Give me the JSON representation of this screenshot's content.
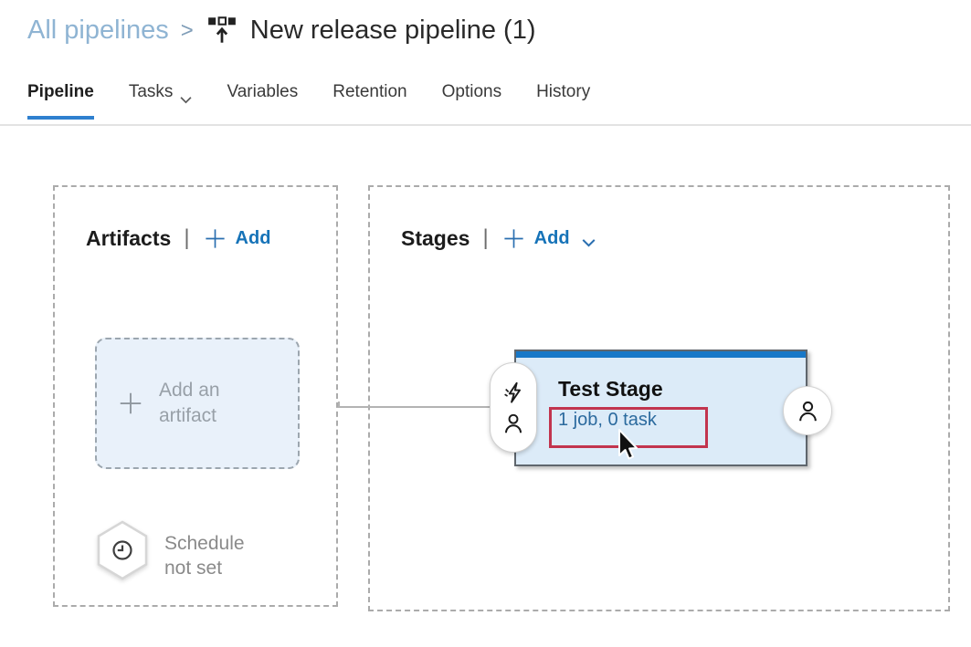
{
  "breadcrumb": {
    "parent": "All pipelines",
    "separator": ">",
    "title": "New release pipeline (1)"
  },
  "tabs": [
    {
      "label": "Pipeline",
      "active": true
    },
    {
      "label": "Tasks",
      "has_dropdown": true
    },
    {
      "label": "Variables"
    },
    {
      "label": "Retention"
    },
    {
      "label": "Options"
    },
    {
      "label": "History"
    }
  ],
  "artifacts": {
    "title": "Artifacts",
    "divider": "|",
    "add_label": "Add",
    "placeholder_label": "Add an artifact",
    "schedule_line1": "Schedule",
    "schedule_line2": "not set"
  },
  "stages": {
    "title": "Stages",
    "divider": "|",
    "add_label": "Add",
    "stage": {
      "name": "Test Stage",
      "jobs_tasks": "1 job, 0 task"
    }
  },
  "icons": {
    "breadcrumb_icon": "release-pipeline-icon",
    "pill_icons": [
      "trigger-lightning-icon",
      "approver-person-icon"
    ],
    "circle_icon": "approver-person-icon",
    "schedule_icon": "clock-icon"
  },
  "colors": {
    "accent_blue": "#1878c8",
    "link_blue": "#1673b8",
    "breadcrumb_blue": "#8fb4d3",
    "tab_underline": "#2f80cf",
    "stage_fill": "#dcebf8",
    "stage_border": "#5f666d",
    "jobs_link_blue": "#2b6a9e",
    "annotation_red": "#c2344e",
    "placeholder_fill": "#e9f1fa",
    "gray_text": "#8a8a8a"
  }
}
